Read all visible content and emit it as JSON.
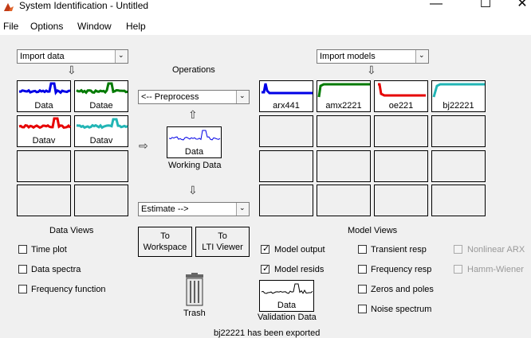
{
  "window": {
    "title": "System Identification - Untitled",
    "minimize": "—",
    "maximize": "☐",
    "close": "✕"
  },
  "menu": [
    "File",
    "Options",
    "Window",
    "Help"
  ],
  "import_data": {
    "value": "Import data"
  },
  "import_models": {
    "value": "Import models"
  },
  "operations_label": "Operations",
  "preprocess": {
    "value": "<-- Preprocess"
  },
  "estimate": {
    "value": "Estimate -->"
  },
  "data_tiles": [
    {
      "label": "Data",
      "color": "#0000e6"
    },
    {
      "label": "Datae",
      "color": "#007a00"
    },
    {
      "label": "Datav",
      "color": "#e60000"
    },
    {
      "label": "Datav",
      "color": "#22b5b5"
    }
  ],
  "model_tiles": [
    {
      "label": "arx441",
      "color": "#0000e6"
    },
    {
      "label": "amx2221",
      "color": "#007a00"
    },
    {
      "label": "oe221",
      "color": "#e60000"
    },
    {
      "label": "bj22221",
      "color": "#22b5b5"
    }
  ],
  "working_data": {
    "tile_label": "Data",
    "caption": "Working Data"
  },
  "validation_data": {
    "tile_label": "Data",
    "caption": "Validation Data"
  },
  "data_views": {
    "title": "Data Views",
    "items": [
      {
        "label": "Time plot",
        "checked": false
      },
      {
        "label": "Data spectra",
        "checked": false
      },
      {
        "label": "Frequency function",
        "checked": false
      }
    ]
  },
  "model_views": {
    "title": "Model Views",
    "col1": [
      {
        "label": "Model output",
        "checked": true
      },
      {
        "label": "Model resids",
        "checked": true
      }
    ],
    "col2": [
      {
        "label": "Transient resp",
        "checked": false
      },
      {
        "label": "Frequency resp",
        "checked": false
      },
      {
        "label": "Zeros and poles",
        "checked": false
      },
      {
        "label": "Noise spectrum",
        "checked": false
      }
    ],
    "col3": [
      {
        "label": "Nonlinear ARX",
        "checked": false
      },
      {
        "label": "Hamm-Wiener",
        "checked": false
      }
    ]
  },
  "to_workspace": {
    "line1": "To",
    "line2": "Workspace"
  },
  "to_lti_viewer": {
    "line1": "To",
    "line2": "LTI Viewer"
  },
  "trash_label": "Trash",
  "status_text": "bj22221 has been exported"
}
